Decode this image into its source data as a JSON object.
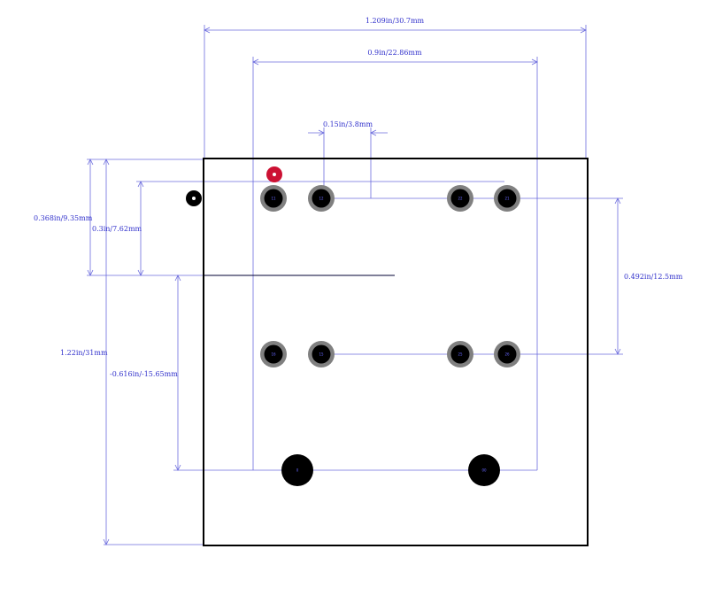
{
  "colors": {
    "dimension": "#6b6bdd",
    "dimension_text": "#3333cc",
    "outline": "#000000",
    "pad_ring": "#808080",
    "pad_hole": "#000000",
    "pin_label": "#6666ff",
    "pin1_marker": "#cc1133"
  },
  "dimensions": {
    "overall_width": "1.209in/30.7mm",
    "pin_span_width": "0.9in/22.86mm",
    "pin_pitch": "0.15in/3.8mm",
    "top_to_row_a": "0.368in/9.35mm",
    "row_a_to_ref": "0.3in/7.62mm",
    "overall_height": "1.22in/31mm",
    "ref_to_mount": "-0.616in/-15.65mm",
    "row_spacing": "0.492in/12.5mm"
  },
  "pins": {
    "row_a": [
      "11",
      "12",
      "22",
      "21"
    ],
    "row_b": [
      "16",
      "15",
      "25",
      "26"
    ],
    "mounting": [
      "0",
      "00"
    ]
  },
  "icons": {
    "pin1_marker": "pin1-marker-icon",
    "origin_marker": "origin-marker-icon"
  }
}
